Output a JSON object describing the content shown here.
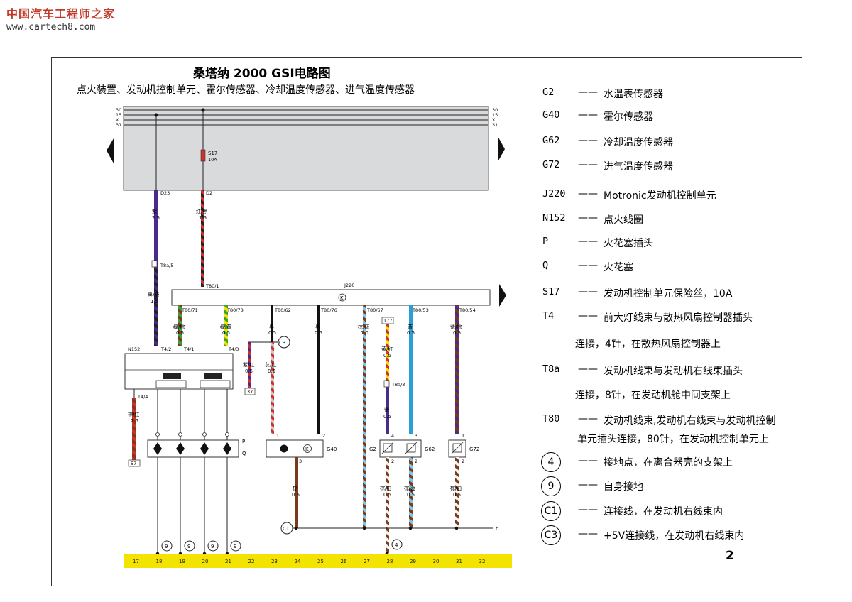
{
  "watermark": {
    "title": "中国汽车工程师之家",
    "url": "www.cartech8.com"
  },
  "doc": {
    "title": "桑塔纳 2000 GSI电路图",
    "subtitle": "点火装置、发动机控制单元、霍尔传感器、冷却温度传感器、进气温度传感器",
    "page": "2"
  },
  "rails": [
    "30",
    "15",
    "X",
    "31"
  ],
  "fuse": {
    "name": "S17",
    "rating": "10A"
  },
  "wires": {
    "d23": "D23",
    "d2": "D2",
    "w1_color": "紫",
    "w1_size": "2.5",
    "w2_color": "红/黑",
    "w2_size": "1.5",
    "t8a5": "T8a/5",
    "w3_color": "黑/紫",
    "w3_size": "1.5",
    "t80_1": "T80/1",
    "j220": "J220",
    "p71": "T80/71",
    "p78": "T80/78",
    "p62": "T80/62",
    "p76": "T80/76",
    "p67": "T80/67",
    "p53": "T80/53",
    "p54": "T80/54",
    "c71": "绿/棕",
    "s71": "0.5",
    "c78": "绿/黄",
    "s78": "0.5",
    "c62": "黑",
    "s62": "0.5",
    "c76": "黑",
    "s76": "0.5",
    "c67": "棕/蓝",
    "s67": "1.0",
    "c53": "蓝",
    "s53": "0.5",
    "c54": "紫/棕",
    "s54": "0.5",
    "c3": "C3",
    "n152": "N152",
    "t42": "T4/2",
    "t41": "T4/1",
    "t43": "T4/3",
    "t44": "T4/4",
    "ziho": "紫/红",
    "zihos": "0.5",
    "r37": "37",
    "huiho": "灰/红",
    "huihos": "0.5",
    "l177": "177",
    "huangho": "黄/红",
    "huanghos": "0.5",
    "t8a3": "T8a/3",
    "zi2": "紫",
    "zi2s": "0.5",
    "zongho": "棕/红",
    "zonghos": "2.5",
    "r57": "57",
    "p": "P",
    "q": "Q",
    "g40": "G40",
    "g2": "G2",
    "g62": "G62",
    "g72": "G72",
    "pin1a": "1",
    "pin2a": "2",
    "pin3a": "3",
    "pin4b": "4",
    "pin3b": "3",
    "pin2b": "2",
    "pin2c": "2",
    "pin1d": "1",
    "pin2d": "2",
    "zong": "棕",
    "zongs": "0.5",
    "zongbai": "棕/白",
    "zongbais": "0.5",
    "zonglan": "棕/蓝",
    "zonglans": "0.5",
    "zongbai2": "棕/白",
    "zongbai2s": "0.5",
    "c1": "C1",
    "b": "b",
    "g9a": "9",
    "g9b": "9",
    "g9c": "9",
    "g9d": "9",
    "g4": "4"
  },
  "bus_numbers": [
    "17",
    "18",
    "19",
    "20",
    "21",
    "22",
    "23",
    "24",
    "25",
    "26",
    "27",
    "28",
    "29",
    "30",
    "31",
    "32"
  ],
  "legend": [
    {
      "code": "G2",
      "desc": "水温表传感器"
    },
    {
      "code": "G40",
      "desc": "霍尔传感器"
    },
    {
      "code": "G62",
      "desc": "冷却温度传感器"
    },
    {
      "code": "G72",
      "desc": "进气温度传感器"
    },
    {
      "code": "J220",
      "desc": "Motronic发动机控制单元"
    },
    {
      "code": "N152",
      "desc": "点火线圈"
    },
    {
      "code": "P",
      "desc": "火花塞插头"
    },
    {
      "code": "Q",
      "desc": "火花塞"
    },
    {
      "code": "S17",
      "desc": "发动机控制单元保险丝，10A"
    },
    {
      "code": "T4",
      "desc": "前大灯线束与散热风扇控制器插头"
    },
    {
      "cont": "连接，4针，在散热风扇控制器上"
    },
    {
      "code": "T8a",
      "desc": "发动机线束与发动机右线束插头"
    },
    {
      "cont": "连接，8针，在发动机舱中间支架上"
    },
    {
      "code": "T80",
      "desc": "发动机线束,发动机右线束与发动机控制"
    },
    {
      "cont": "单元插头连接，80针，在发动机控制单元上"
    },
    {
      "code": "4",
      "desc": "接地点，在离合器壳的支架上",
      "circle": true
    },
    {
      "code": "9",
      "desc": "自身接地",
      "circle": true
    },
    {
      "code": "C1",
      "desc": "连接线，在发动机右线束内",
      "circle": true
    },
    {
      "code": "C3",
      "desc": "+5V连接线，在发动机右线束内",
      "circle": true
    }
  ],
  "legend_dash": "——",
  "colors": {
    "panel": "#d9dadc",
    "bus": "#f2e400",
    "red": "#d32f2f",
    "purple": "#4a2a8a",
    "brown": "#7a3b1a",
    "blue": "#2a9fd6"
  }
}
